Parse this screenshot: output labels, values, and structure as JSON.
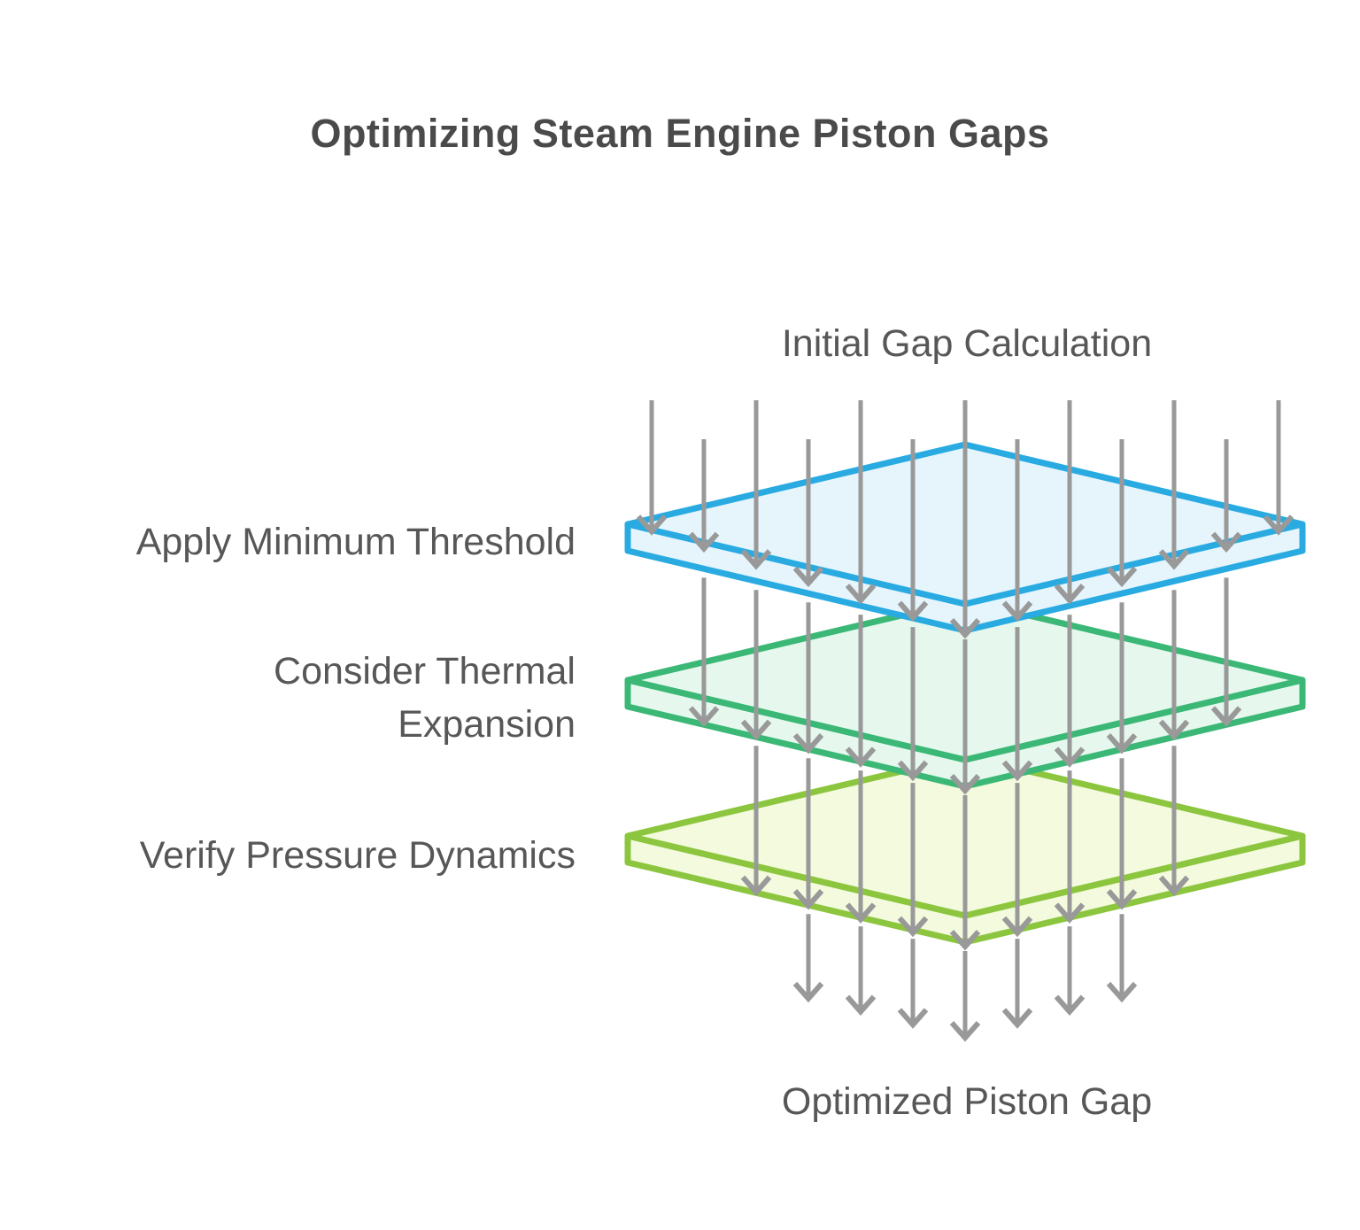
{
  "title": "Optimizing Steam Engine Piston Gaps",
  "diagram": {
    "input_label": "Initial Gap Calculation",
    "output_label": "Optimized Piston Gap",
    "layers": [
      {
        "id": "apply-minimum-threshold",
        "label": "Apply Minimum Threshold",
        "stroke": "#29ABE2",
        "fill": "#E6F5FC"
      },
      {
        "id": "consider-thermal-expansion",
        "label": "Consider Thermal Expansion",
        "stroke": "#3BB876",
        "fill": "#E6F8EE"
      },
      {
        "id": "verify-pressure-dynamics",
        "label": "Verify Pressure Dynamics",
        "stroke": "#8CC63F",
        "fill": "#F3FADD"
      }
    ],
    "arrow_color": "#999999",
    "arrow_counts": [
      13,
      11,
      9,
      7
    ]
  },
  "colors": {
    "background": "#FFFFFF",
    "title_text": "#4A4A4A",
    "label_text": "#575757"
  }
}
